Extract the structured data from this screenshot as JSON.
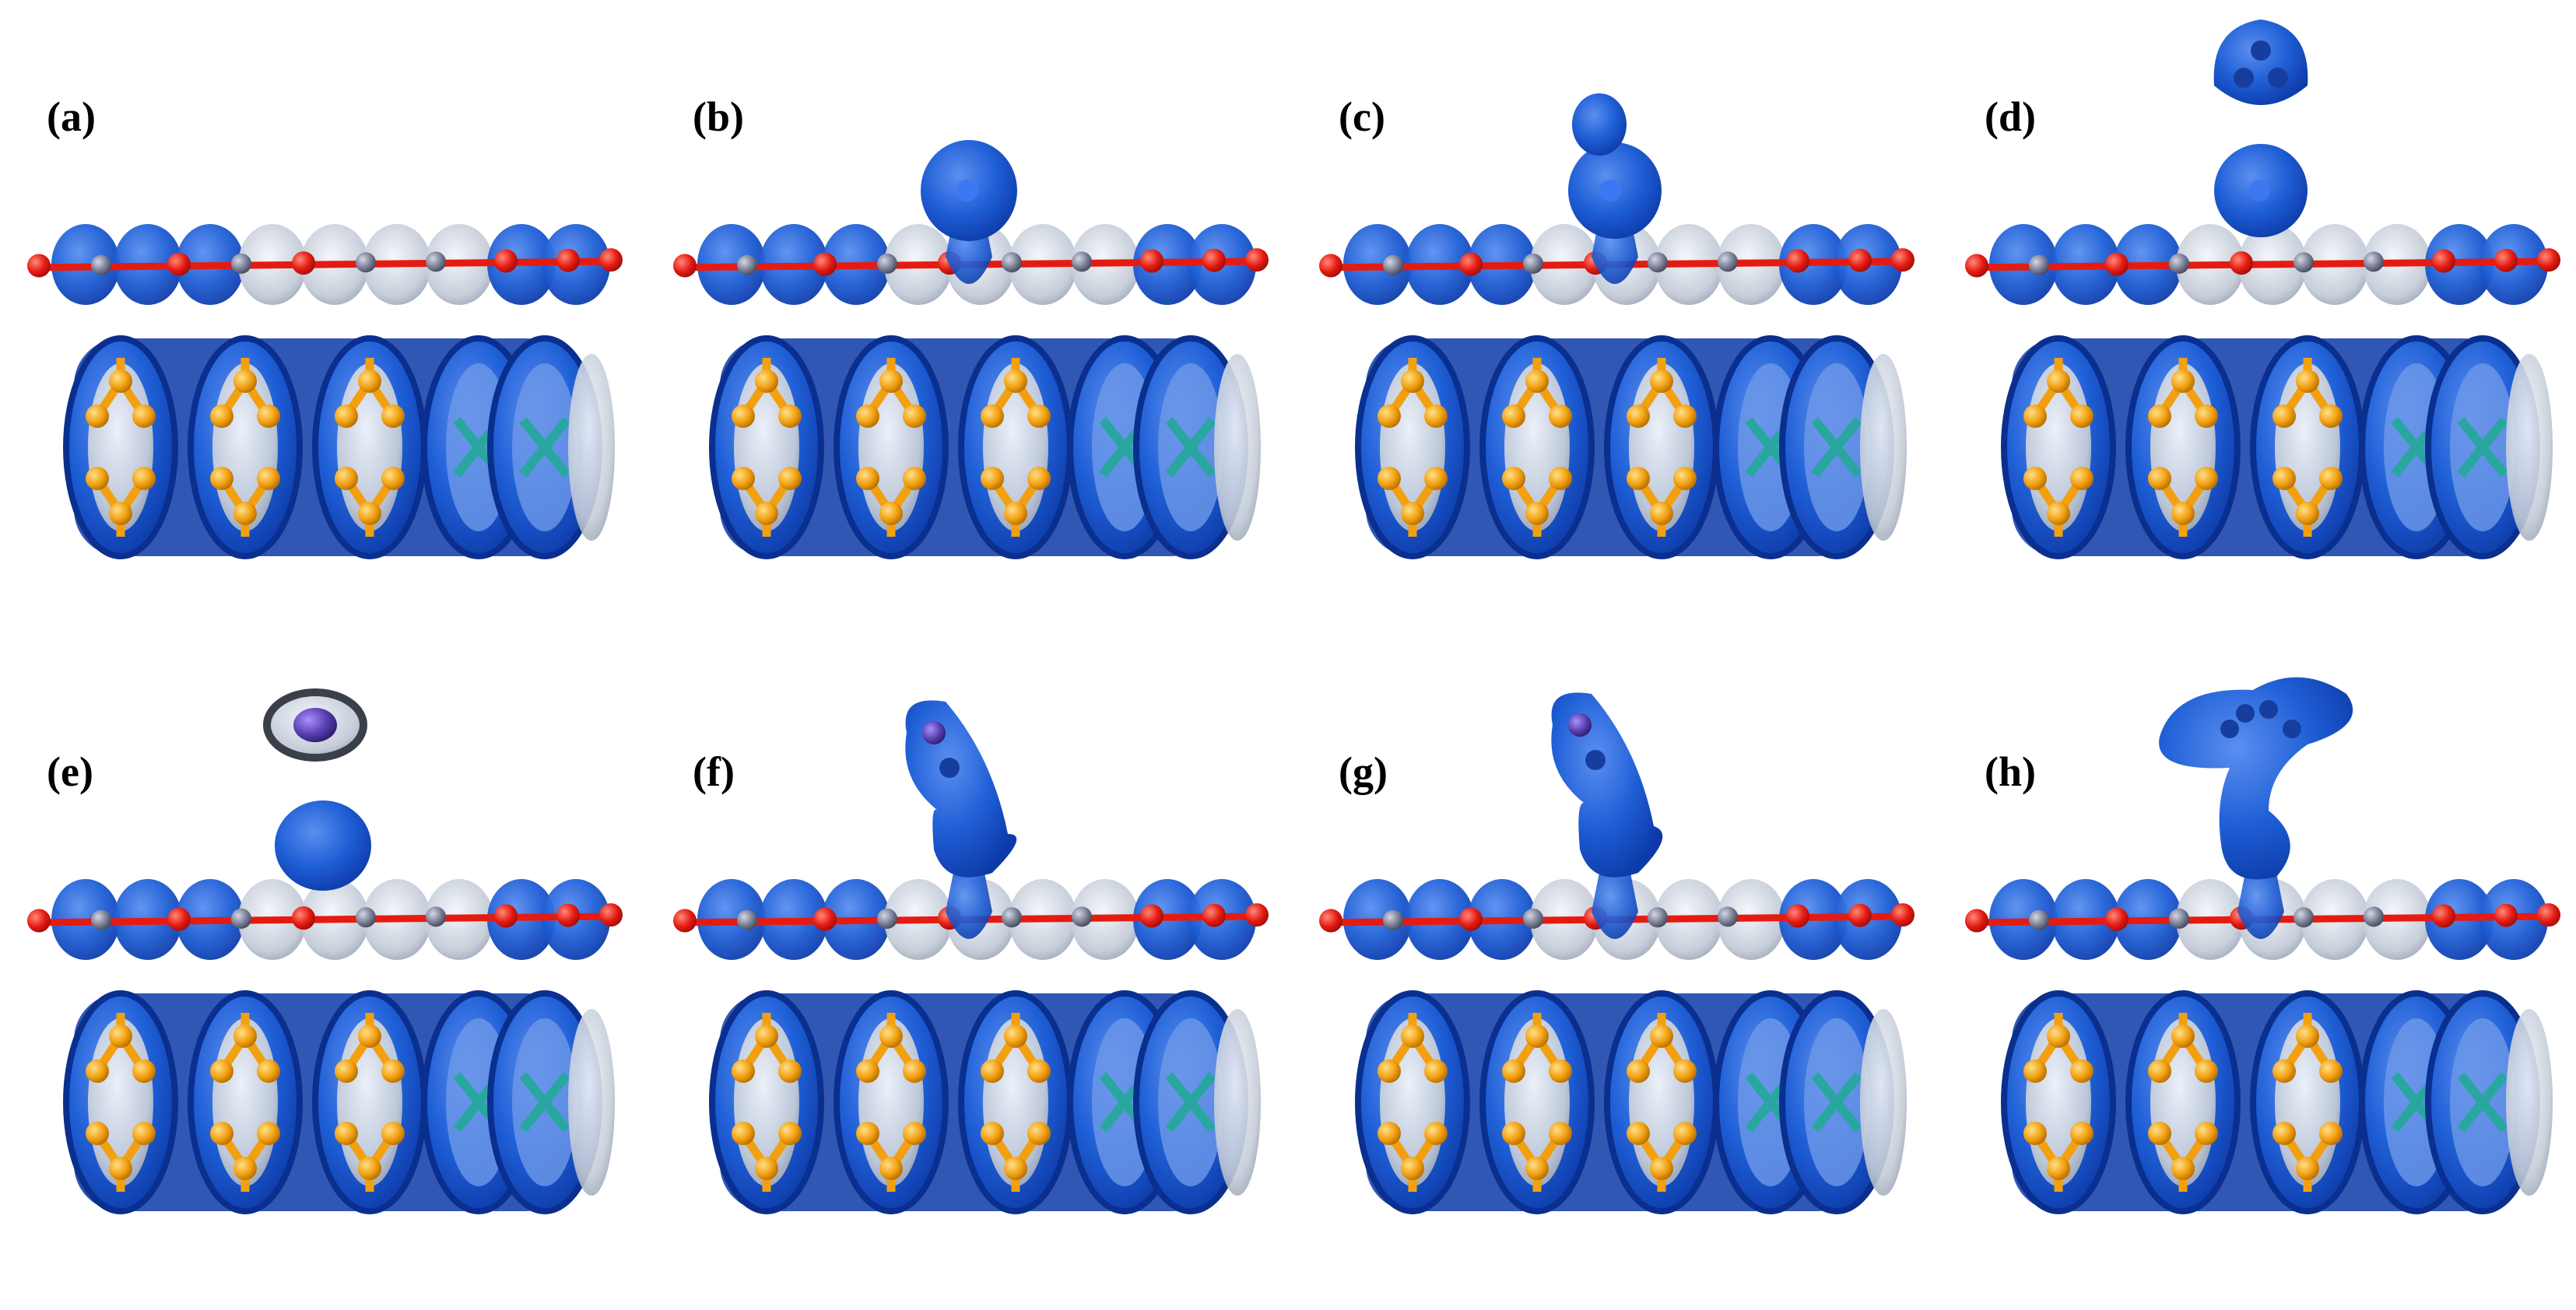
{
  "figure": {
    "panels": [
      {
        "label": "(a)",
        "adsorbate": "none"
      },
      {
        "label": "(b)",
        "adsorbate": "single-atom-cloud"
      },
      {
        "label": "(c)",
        "adsorbate": "bonded-dimer"
      },
      {
        "label": "(d)",
        "adsorbate": "detached-trimer"
      },
      {
        "label": "(e)",
        "adsorbate": "detached-molecule"
      },
      {
        "label": "(f)",
        "adsorbate": "tilted-diatomic"
      },
      {
        "label": "(g)",
        "adsorbate": "tilted-diatomic-long"
      },
      {
        "label": "(h)",
        "adsorbate": "lying-cluster"
      }
    ],
    "colors": {
      "isosurface_blue": "#1f5fd6",
      "isosurface_dark": "#0d3aa8",
      "isosurface_grey": "#c4ccd8",
      "oxygen_red": "#e51b12",
      "carbon_grey": "#7a7f96",
      "sulfur_orange": "#f2a010",
      "metal_teal": "#2aa6a0",
      "adsorbate_purple": "#5a3fb0"
    }
  }
}
